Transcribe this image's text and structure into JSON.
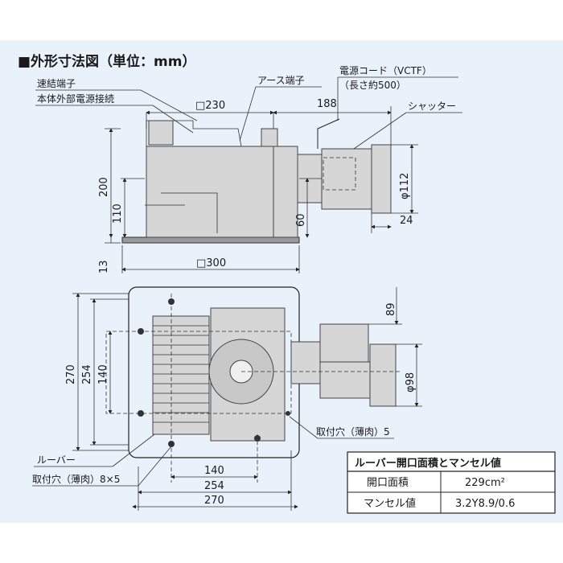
{
  "title": "■外形寸法図（単位：mm）",
  "labels": {
    "connect_terminal": "速結端子",
    "external_power": "本体外部電源接続",
    "earth_terminal": "アース端子",
    "power_cord": "電源コード（VCTF）",
    "cord_length": "（長さ約500）",
    "shutter": "シャッター",
    "louver": "ルーバー",
    "mount_hole_8x5": "取付穴（薄肉）8×5",
    "mount_hole_5": "取付穴（薄肉）5"
  },
  "dimensions": {
    "sq230": "□230",
    "d188": "188",
    "d200": "200",
    "d110": "110",
    "d13": "13",
    "sq300": "□300",
    "phi112": "φ112",
    "d60": "60",
    "d24": "24",
    "d89": "89",
    "d270_v": "270",
    "d254_v": "254",
    "d140_v": "140",
    "phi98": "φ98",
    "d140_h": "140",
    "d254_h": "254",
    "d270_h": "270"
  },
  "spec_table": {
    "header": "ルーバー開口面積とマンセル値",
    "rows": [
      {
        "label": "開口面積",
        "value": "229cm²"
      },
      {
        "label": "マンセル値",
        "value": "3.2Y8.9/0.6"
      }
    ]
  }
}
